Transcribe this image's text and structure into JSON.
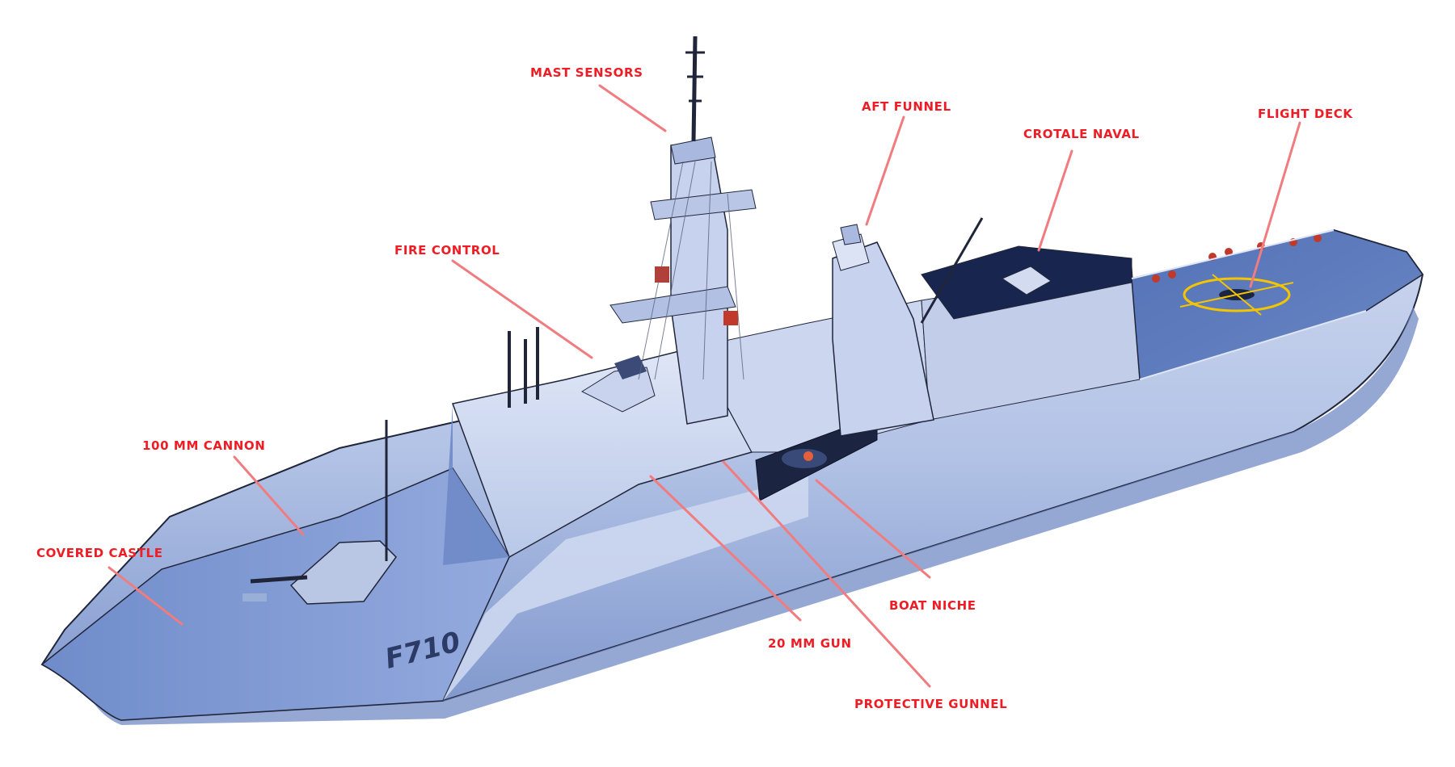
{
  "colors": {
    "label": "#ee1c24",
    "leader": "#f07c80",
    "hull_light": "#b7c6e6",
    "hull_mid": "#8ea6d6",
    "deck_blue": "#5676b8",
    "hull_shadow": "#7b91c6",
    "dark_hangar": "#16244e",
    "outline": "#1c2030"
  },
  "hull_marking": "F710",
  "labels": {
    "mast_sensors": "MAST SENSORS",
    "aft_funnel": "AFT FUNNEL",
    "crotale_naval": "CROTALE NAVAL",
    "flight_deck": "FLIGHT DECK",
    "fire_control": "FIRE CONTROL",
    "cannon_100mm": "100 MM CANNON",
    "covered_castle": "COVERED CASTLE",
    "boat_niche": "BOAT NICHE",
    "gun_20mm": "20 MM GUN",
    "protective_gunnel": "PROTECTIVE GUNNEL"
  }
}
